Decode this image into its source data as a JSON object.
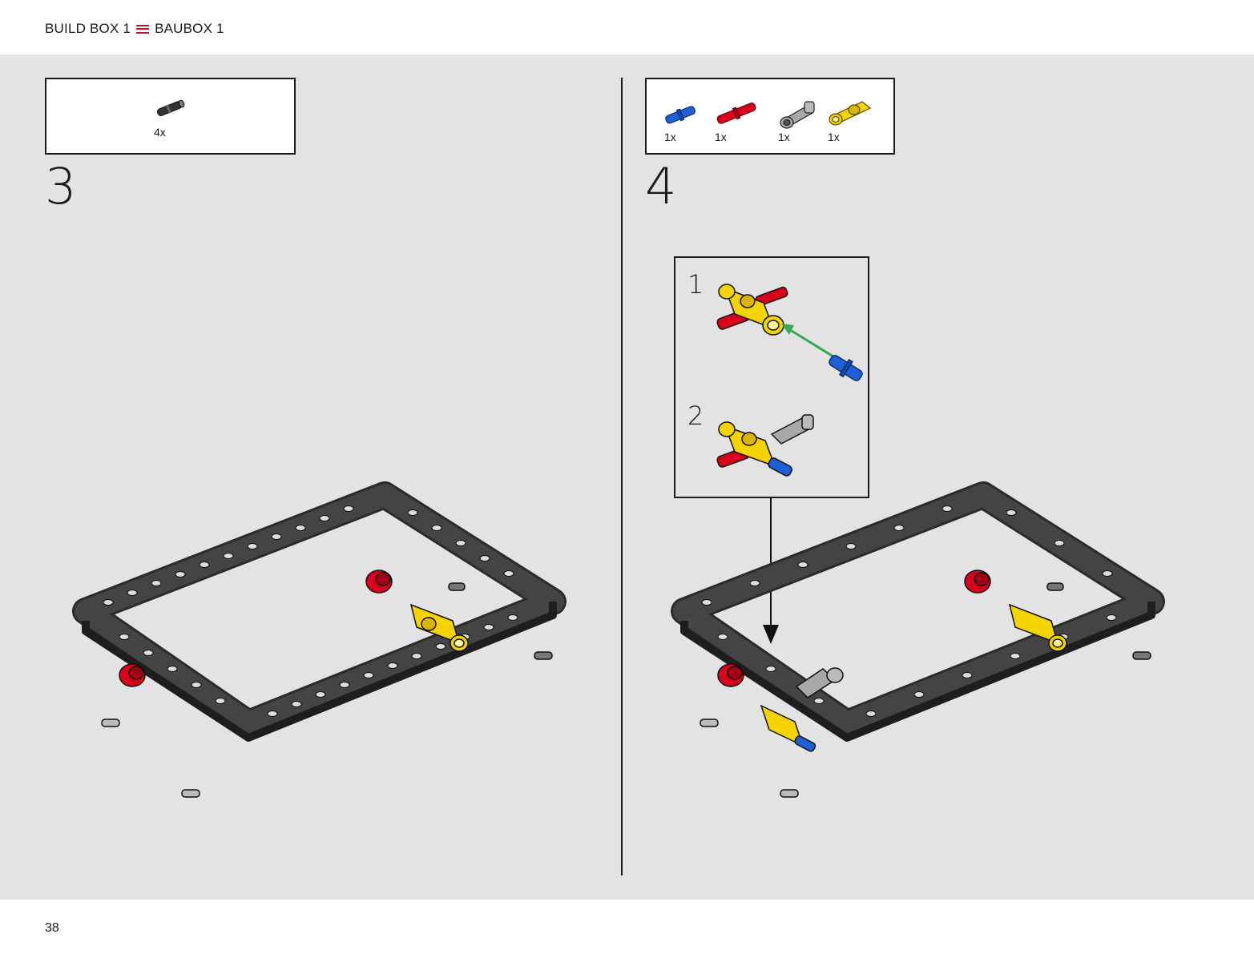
{
  "header": {
    "title_left": "BUILD BOX 1",
    "title_right": "BAUBOX 1",
    "menu_icon": "three-bar-icon",
    "accent_color": "#c8102e"
  },
  "step3": {
    "number": "3",
    "parts": [
      {
        "name": "black-pin-icon",
        "qty": "4x"
      }
    ]
  },
  "step4": {
    "number": "4",
    "parts": [
      {
        "name": "blue-axle-pin-icon",
        "qty": "1x"
      },
      {
        "name": "red-axle-pin-icon",
        "qty": "1x"
      },
      {
        "name": "grey-connector-icon",
        "qty": "1x"
      },
      {
        "name": "yellow-connector-icon",
        "qty": "1x"
      }
    ],
    "substeps": [
      {
        "number": "1"
      },
      {
        "number": "2"
      }
    ]
  },
  "footer": {
    "page_number": "38"
  },
  "colors": {
    "background": "#e3e3e3",
    "frame": "#3a3a3a",
    "red": "#d9001b",
    "yellow": "#f5d300",
    "blue": "#1f5fd6",
    "grey": "#a8a8a8",
    "green_arrow": "#3aa856"
  }
}
